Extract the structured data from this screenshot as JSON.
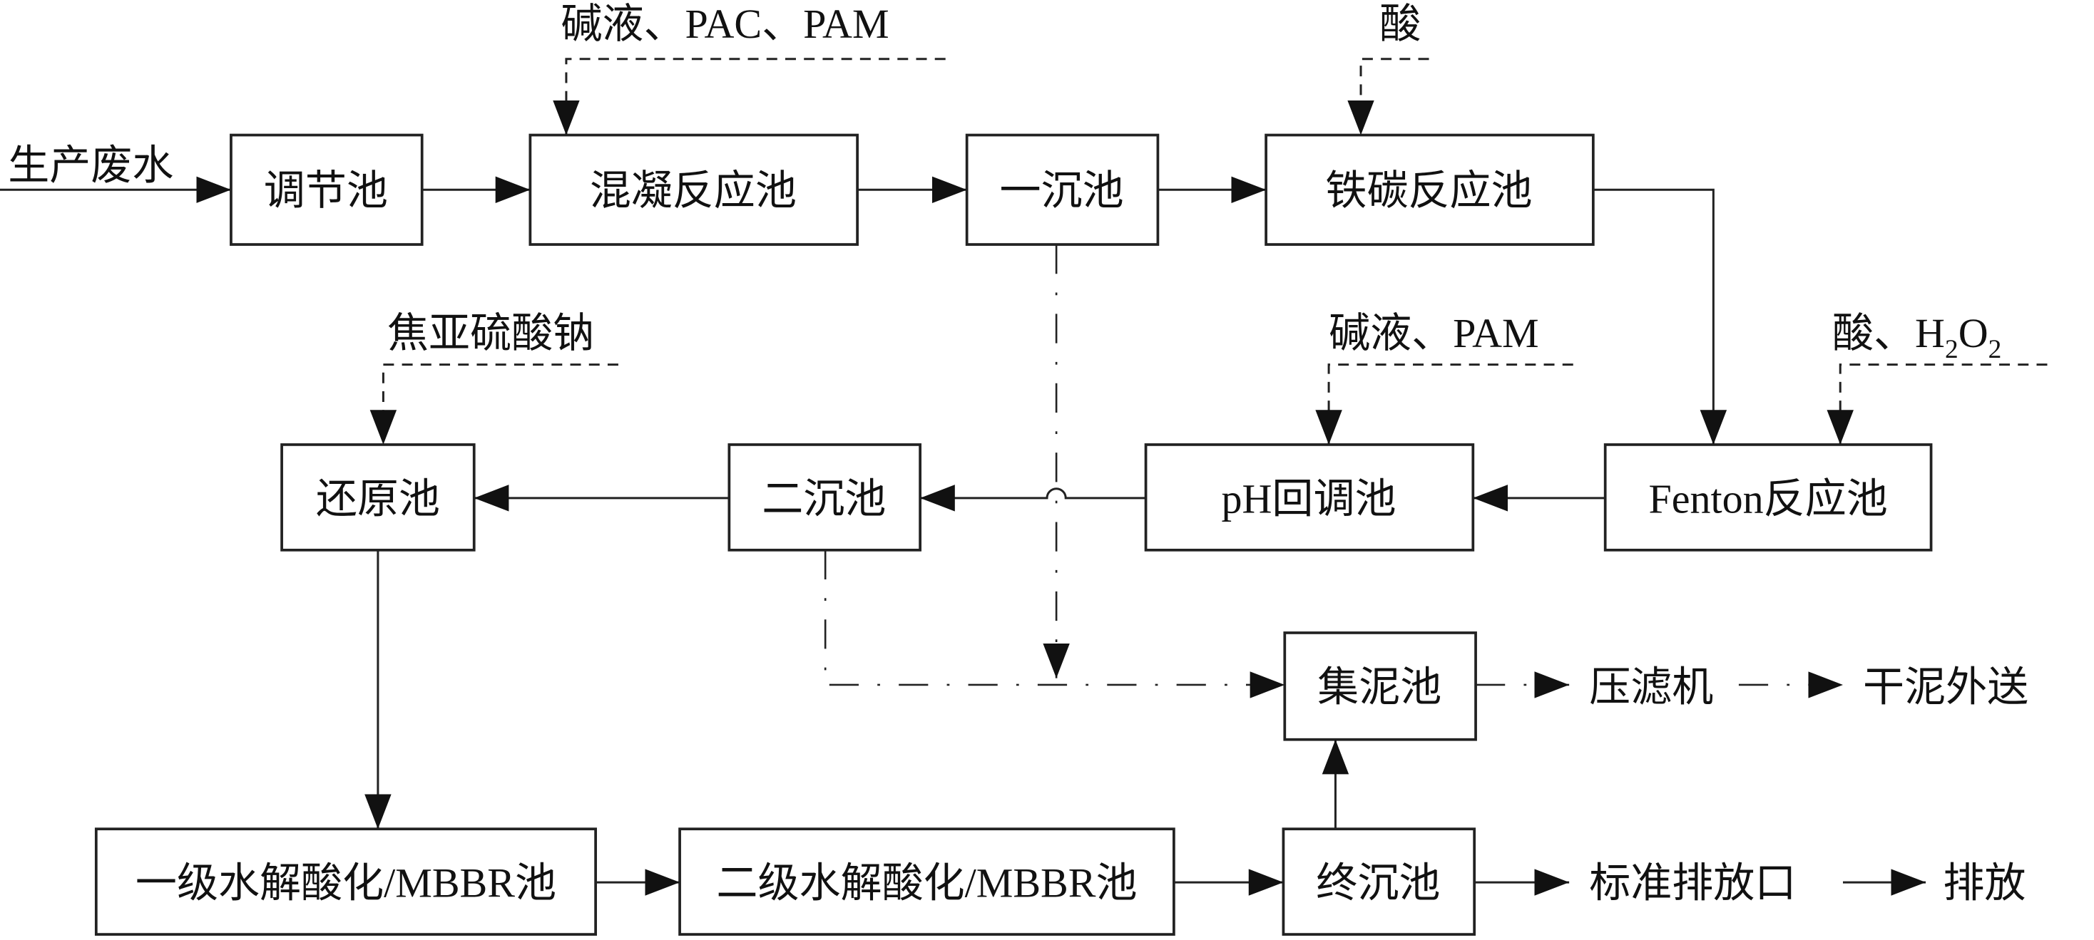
{
  "input_label": "生产废水",
  "units": {
    "tiaojie": "调节池",
    "hunning": "混凝反应池",
    "yichen": "一沉池",
    "tietan": "铁碳反应池",
    "fenton": "Fenton反应池",
    "ph": "pH回调池",
    "erchen": "二沉池",
    "huanyuan": "还原池",
    "jini": "集泥池",
    "zhongchen": "终沉池",
    "mbbr1": "一级水解酸化/MBBR池",
    "mbbr2": "二级水解酸化/MBBR池"
  },
  "chemicals": {
    "hunning": "碱液、PAC、PAM",
    "tietan": "酸",
    "huanyuan": "焦亚硫酸钠",
    "ph": "碱液、PAM",
    "fenton_prefix": "酸、H",
    "fenton_sub1": "2",
    "fenton_mid": "O",
    "fenton_sub2": "2"
  },
  "outputs": {
    "filter_press": "压滤机",
    "dry_sludge": "干泥外送",
    "outlet": "标准排放口",
    "discharge": "排放"
  }
}
